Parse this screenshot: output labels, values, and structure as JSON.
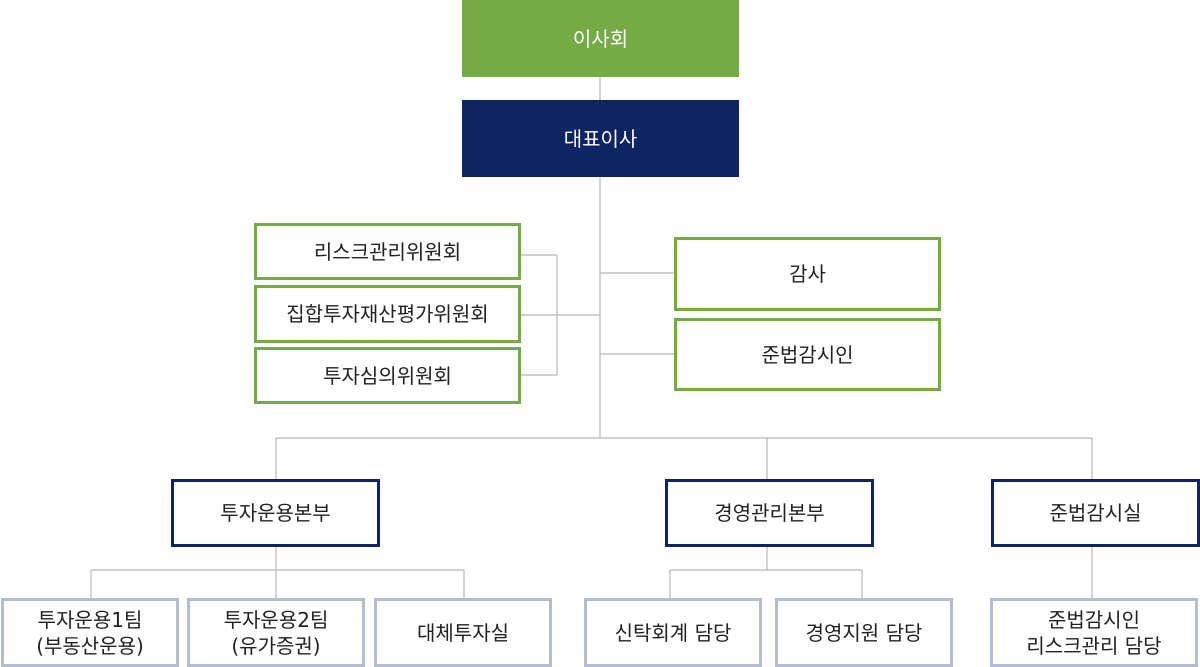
{
  "board": "이사회",
  "ceo": "대표이사",
  "committees": [
    "리스크관리위원회",
    "집합투자재산평가위원회",
    "투자심의위원회"
  ],
  "staff": [
    "감사",
    "준법감시인"
  ],
  "divisions": [
    {
      "name": "투자운용본부",
      "teams": [
        "투자운용1팀\n(부동산운용)",
        "투자운용2팀\n(유가증권)",
        "대체투자실"
      ]
    },
    {
      "name": "경영관리본부",
      "teams": [
        "신탁회계 담당",
        "경영지원 담당"
      ]
    },
    {
      "name": "준법감시실",
      "teams": [
        "준법감시인\n리스크관리 담당"
      ]
    }
  ],
  "colors": {
    "board": "#75ab45",
    "ceo": "#0f2463",
    "committee_border": "#75ab45",
    "division_border": "#0f2463",
    "team_border": "#b6bccf",
    "connector": "#b8b8b8"
  }
}
